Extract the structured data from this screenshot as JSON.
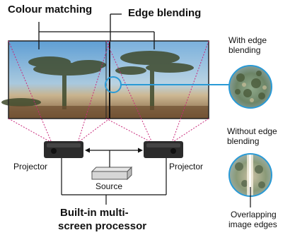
{
  "labels": {
    "colour_matching": "Colour matching",
    "edge_blending": "Edge blending",
    "with_edge_line1": "With edge",
    "with_edge_line2": "blending",
    "without_edge_line1": "Without edge",
    "without_edge_line2": "blending",
    "projector_left": "Projector",
    "projector_right": "Projector",
    "source": "Source",
    "processor_line1": "Built-in multi-",
    "processor_line2": "screen processor",
    "overlap_line1": "Overlapping",
    "overlap_line2": "image edges"
  },
  "colors": {
    "accent_blue": "#2a9ad6",
    "projection_lines": "#c8287a",
    "sky_top": "#6aa8d8",
    "projector_body": "#2b2b2b"
  }
}
